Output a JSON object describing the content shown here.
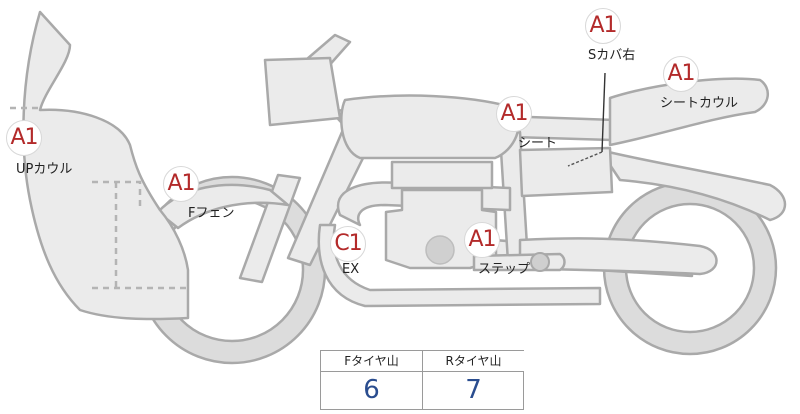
{
  "markers": [
    {
      "id": "up-cowl",
      "grade": "A1",
      "label": "UPカウル"
    },
    {
      "id": "f-fender",
      "grade": "A1",
      "label": "Fフェン"
    },
    {
      "id": "ex",
      "grade": "C1",
      "label": "EX"
    },
    {
      "id": "step",
      "grade": "A1",
      "label": "ステップ"
    },
    {
      "id": "seat",
      "grade": "A1",
      "label": "シート"
    },
    {
      "id": "s-cover-right",
      "grade": "A1",
      "label": "Sカバ右"
    },
    {
      "id": "seat-cowl",
      "grade": "A1",
      "label": "シートカウル"
    }
  ],
  "tire_table": {
    "front_header": "Fタイヤ山",
    "rear_header": "Rタイヤ山",
    "front_value": "6",
    "rear_value": "7"
  },
  "colors": {
    "body_fill": "#ebebeb",
    "outline": "#a9a9a9",
    "grade_text": "#b32a2a",
    "tire_value_text": "#2a4d8f"
  }
}
